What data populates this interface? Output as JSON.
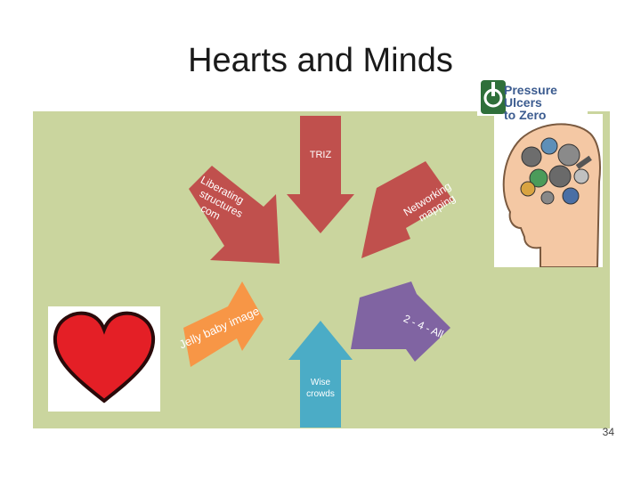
{
  "slide": {
    "title": "Hearts and Minds",
    "page_number": "34"
  },
  "logo": {
    "line1": "Pressure Ulcers",
    "line2": "to Zero"
  },
  "arrows": [
    {
      "label": "TRIZ",
      "color": "#c0504d"
    },
    {
      "label": "Networking mapping",
      "line1": "Networking",
      "line2": "mapping",
      "color": "#c0504d"
    },
    {
      "label": "2 - 4 - All",
      "color": "#8064a2"
    },
    {
      "label": "Wise crowds",
      "line1": "Wise",
      "line2": "crowds",
      "color": "#4bacc6"
    },
    {
      "label": "Jelly baby image",
      "color": "#f79646"
    },
    {
      "label": "Liberating structures com",
      "line1": "Liberating",
      "line2": "structures",
      "line3": "com",
      "color": "#c0504d"
    }
  ],
  "colors": {
    "panel": "#cad59e",
    "heart": "#e41f26"
  },
  "icons": [
    "heart-icon",
    "brain-gears-icon",
    "pressure-ulcers-logo-icon"
  ]
}
